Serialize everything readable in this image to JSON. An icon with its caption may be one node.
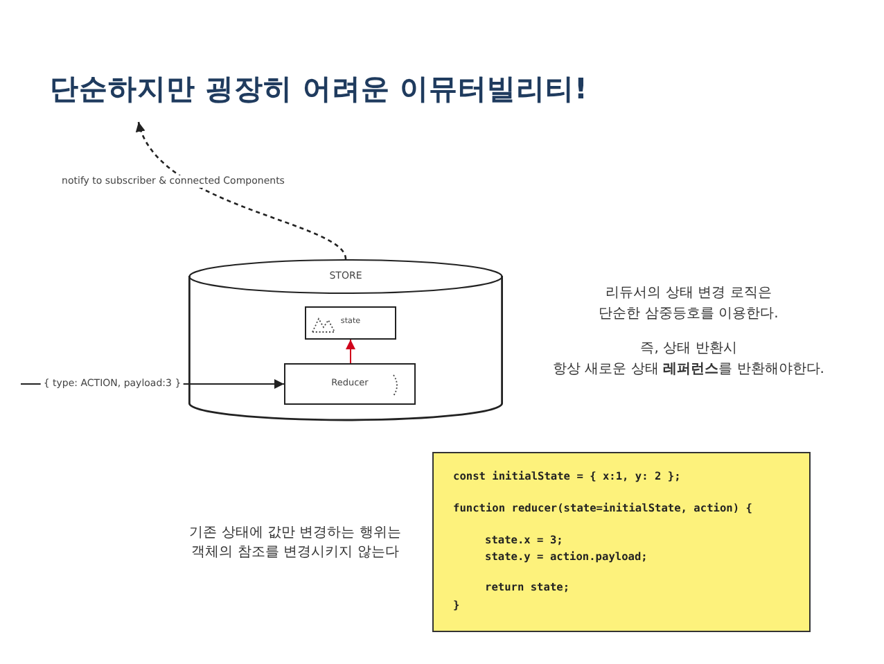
{
  "diagram": {
    "title": "단순하지만 굉장히 어려운 이뮤터빌리티!",
    "nodes": [
      {
        "text": [
          "STORE"
        ]
      },
      {
        "text": [
          "state"
        ],
        "in": 0
      },
      {
        "text": [
          "Reducer"
        ],
        "in": 0
      },
      {
        "text": [
          "const initialState = { x:1, y: 2 };",
          "function reducer(state=initialState, action) {",
          "state.x = 3;",
          "state.y = action.payload;",
          "return state;",
          "}"
        ]
      }
    ],
    "edges": [
      {
        "from": 0,
        "to": null,
        "arrow": "to",
        "label": "notify to subscriber & connected Components",
        "style": "dashed"
      },
      {
        "from": 2,
        "to": 1,
        "arrow": "to",
        "color": "#d0021b"
      },
      {
        "from": null,
        "to": 2,
        "arrow": "to",
        "label": "{ type: ACTION, payload:3 }"
      }
    ],
    "labels": [
      "리듀서의 상태 변경 로직은 단순한 삼중등호를 이용한다.",
      "즉, 상태 반환시",
      "항상 새로운 상태 **레퍼런스**를 반환해야한다.",
      "기존 상태에 값만 변경하는 행위는 객체의 참조를 변경시키지 않는다"
    ]
  }
}
